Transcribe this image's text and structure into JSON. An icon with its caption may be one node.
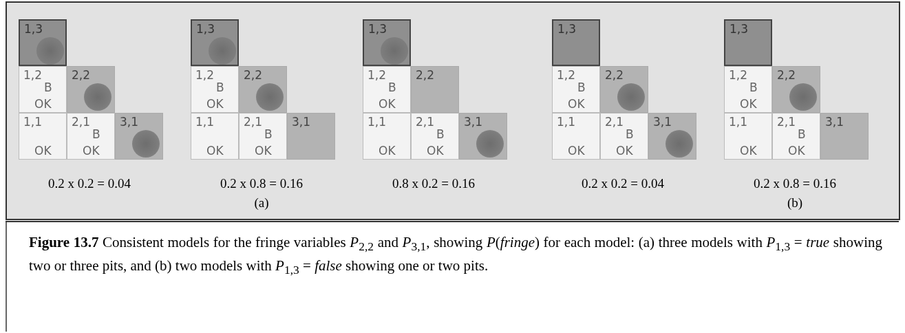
{
  "diagram": {
    "caption": "**Figure 13.7**   Consistent models for the fringe variables *P*$_{2,2}$ and *P*$_{3,1}$, showing *P*(*fringe*) for each model: (a) three models with *P*$_{1,3}$ = *true* showing two or three pits, and (b) two models with *P*$_{1,3}$ = *false* showing one or two pits.",
    "nodes": [
      {
        "text": [
          "1,3"
        ]
      },
      {
        "text": [],
        "shape": "circle",
        "in": 0
      },
      {
        "text": [
          "1,2",
          "B",
          "OK"
        ]
      },
      {
        "text": [
          "2,2"
        ]
      },
      {
        "text": [],
        "shape": "circle",
        "in": 3
      },
      {
        "text": [
          "1,1",
          "OK"
        ]
      },
      {
        "text": [
          "2,1",
          "B",
          "OK"
        ]
      },
      {
        "text": [
          "3,1"
        ]
      },
      {
        "text": [],
        "shape": "circle",
        "in": 7
      },
      {
        "text": [
          "1,3"
        ]
      },
      {
        "text": [],
        "shape": "circle",
        "in": 9
      },
      {
        "text": [
          "1,2",
          "B",
          "OK"
        ]
      },
      {
        "text": [
          "2,2"
        ]
      },
      {
        "text": [],
        "shape": "circle",
        "in": 12
      },
      {
        "text": [
          "1,1",
          "OK"
        ]
      },
      {
        "text": [
          "2,1",
          "B",
          "OK"
        ]
      },
      {
        "text": [
          "3,1"
        ]
      },
      {
        "text": [
          "1,3"
        ]
      },
      {
        "text": [],
        "shape": "circle",
        "in": 17
      },
      {
        "text": [
          "1,2",
          "B",
          "OK"
        ]
      },
      {
        "text": [
          "2,2"
        ]
      },
      {
        "text": [
          "1,1",
          "OK"
        ]
      },
      {
        "text": [
          "2,1",
          "B",
          "OK"
        ]
      },
      {
        "text": [
          "3,1"
        ]
      },
      {
        "text": [],
        "shape": "circle",
        "in": 23
      },
      {
        "text": [
          "1,3"
        ]
      },
      {
        "text": [
          "1,2",
          "B",
          "OK"
        ]
      },
      {
        "text": [
          "2,2"
        ]
      },
      {
        "text": [],
        "shape": "circle",
        "in": 27
      },
      {
        "text": [
          "1,1",
          "OK"
        ]
      },
      {
        "text": [
          "2,1",
          "B",
          "OK"
        ]
      },
      {
        "text": [
          "3,1"
        ]
      },
      {
        "text": [],
        "shape": "circle",
        "in": 31
      },
      {
        "text": [
          "1,3"
        ]
      },
      {
        "text": [
          "1,2",
          "B",
          "OK"
        ]
      },
      {
        "text": [
          "2,2"
        ]
      },
      {
        "text": [],
        "shape": "circle",
        "in": 35
      },
      {
        "text": [
          "1,1",
          "OK"
        ]
      },
      {
        "text": [
          "2,1",
          "B",
          "OK"
        ]
      },
      {
        "text": [
          "3,1"
        ]
      }
    ],
    "labels": [
      "0.2 x 0.2 = 0.04",
      "0.2 x 0.8 = 0.16",
      "0.8 x 0.2 = 0.16",
      "0.2 x 0.2 = 0.04",
      "0.2 x 0.8 = 0.16",
      "(a)",
      "(b)"
    ]
  }
}
